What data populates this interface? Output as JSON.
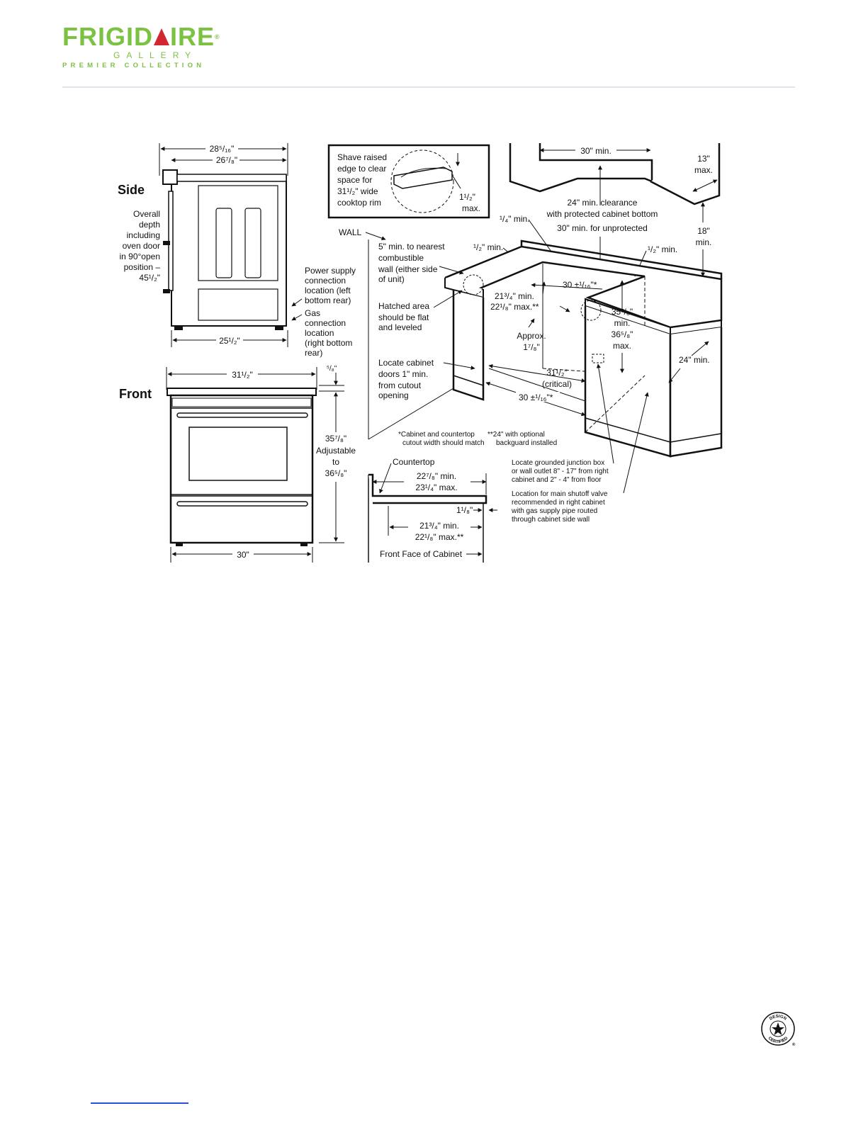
{
  "logo": {
    "brand_left": "FRIGID",
    "brand_right": "IRE",
    "registered": "®",
    "line2": "GALLERY",
    "line3": "PREMIER COLLECTION",
    "colors": {
      "green": "#7cc242",
      "red": "#d22630"
    }
  },
  "side": {
    "label": "Side",
    "width_top": "28⁵/₁₆\"",
    "width_inner": "26⁷/₈\"",
    "width_bottom": "25¹/₂\"",
    "depth_note": [
      "Overall",
      "depth",
      "including",
      "oven door",
      "in 90°open",
      "position –",
      "45¹/₂\""
    ],
    "power_note": [
      "Power supply",
      "connection",
      "location (left",
      "bottom rear)"
    ],
    "gas_note": [
      "Gas",
      "connection",
      "location",
      "(right bottom",
      "rear)"
    ]
  },
  "front": {
    "label": "Front",
    "width_top": "31¹/₂\"",
    "width_bottom": "30\"",
    "top_gap": "⁵/₈\"",
    "height_note": [
      "35⁷/₈\"",
      "Adjustable",
      "to",
      "36⁵/₈\""
    ]
  },
  "shave_note": {
    "lines": [
      "Shave raised",
      "edge to clear",
      "space for",
      "31¹/₂\" wide",
      "cooktop rim"
    ],
    "max_lines": [
      "1¹/₂\"",
      "max."
    ]
  },
  "install": {
    "cabinet_width": "30\" min.",
    "upper_depth": [
      "13\"",
      "max."
    ],
    "clearance": [
      "24\" min. clearance",
      "with protected cabinet bottom",
      "30\" min. for unprotected"
    ],
    "upper_height": [
      "18\"",
      "min."
    ],
    "quarter_min": "¹/₄\" min.",
    "half_min_left": "¹/₂\" min.",
    "half_min_right": "¹/₂\" min.",
    "wall": "WALL",
    "wall_note": [
      "5\" min. to nearest",
      "combustible",
      "wall (either side",
      "of unit)"
    ],
    "cutout_top": "30 ±¹/₁₆\"*",
    "depth_range": [
      "21³/₄\" min.",
      "22¹/₈\" max.**"
    ],
    "hatched_note": [
      "Hatched area",
      "should be flat",
      "and leveled"
    ],
    "approx": [
      "Approx.",
      "1⁷/₈\""
    ],
    "height_range": [
      "35⁷/₈\"",
      "min.",
      "36⁵/₈\"",
      "max."
    ],
    "depth_right": "24\" min.",
    "doors_note": [
      "Locate cabinet",
      "doors 1\" min.",
      "from cutout",
      "opening"
    ],
    "critical": [
      "31¹/₂\"",
      "(critical)"
    ],
    "cutout_bottom": "30 ±¹/₁₆\"*",
    "footnote1": [
      "*Cabinet and countertop",
      "cutout width should match"
    ],
    "footnote2": [
      "**24\" with optional",
      "backguard installed"
    ]
  },
  "countertop": {
    "label": "Countertop",
    "range1": [
      "22⁷/₈\" min.",
      "23¹/₄\" max."
    ],
    "thickness": "1¹/₈\"",
    "range2": [
      "21³/₄\" min.",
      "22¹/₈\" max.**"
    ],
    "face": "Front Face of Cabinet"
  },
  "notes": {
    "junction": [
      "Locate grounded junction box",
      "or wall outlet 8\" - 17\" from right",
      "cabinet and 2\" - 4\" from floor"
    ],
    "shutoff": [
      "Location for main shutoff valve",
      "recommended in right cabinet",
      "with gas supply pipe routed",
      "through cabinet side wall"
    ]
  },
  "seal": {
    "top": "DESIGN",
    "bottom": "CERTIFIED",
    "registered": "®"
  }
}
